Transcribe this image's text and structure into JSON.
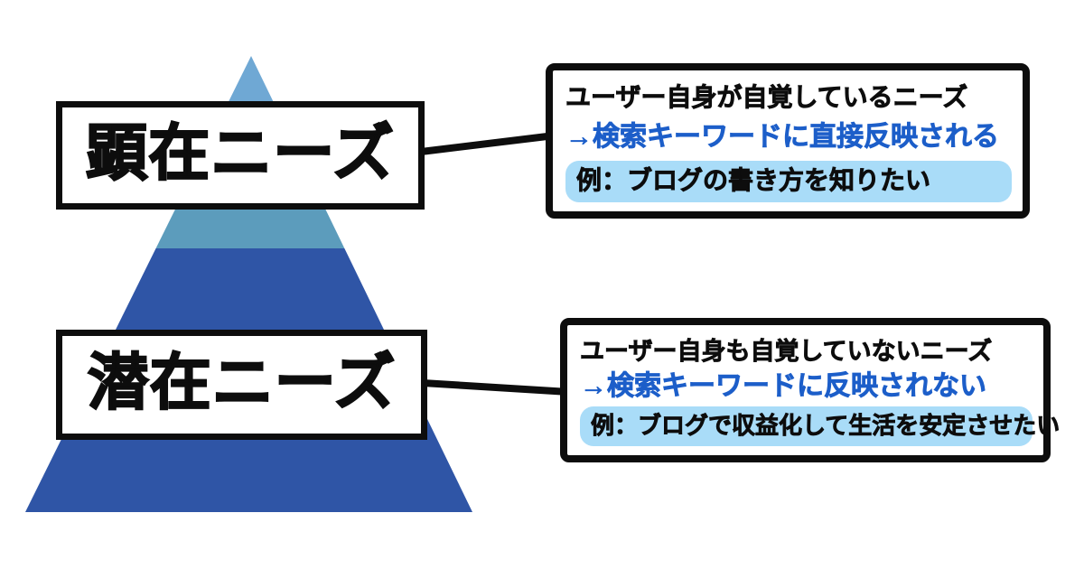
{
  "diagram": {
    "title_implicit": "needs pyramid",
    "needs": [
      {
        "id": "explicit",
        "label": "顕在ニーズ",
        "description_line1": "ユーザー自身が自覚しているニーズ",
        "description_line2": "→検索キーワードに直接反映される",
        "example": "例：ブログの書き方を知りたい"
      },
      {
        "id": "latent",
        "label": "潜在ニーズ",
        "description_line1": "ユーザー自身も自覚していないニーズ",
        "description_line2": "→検索キーワードに反映されない",
        "example": "例：ブログで収益化して生活を安定させたい"
      }
    ],
    "colors": {
      "pyramid_top": "#6fa8d4",
      "pyramid_middle": "#5c9cbc",
      "pyramid_bottom": "#2f55a6",
      "border_black": "#0d0d0d",
      "accent_blue_text": "#1c5ec9",
      "example_highlight": "#a9dcf8",
      "background": "#ffffff"
    }
  }
}
